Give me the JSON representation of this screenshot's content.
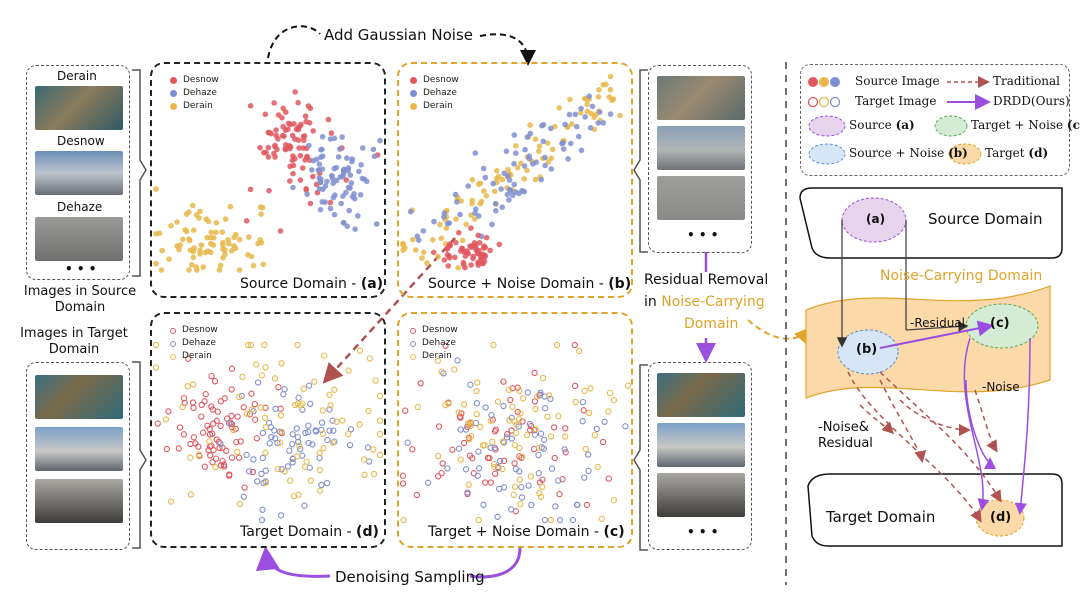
{
  "top_label": "Add Gaussian Noise",
  "bottom_label": "Denoising Sampling",
  "source_images": {
    "labels": [
      "Derain",
      "Desnow",
      "Dehaze"
    ],
    "ellipsis": "• • •",
    "caption": "Images in Source Domain"
  },
  "target_images": {
    "caption": "Images in Target Domain"
  },
  "right_thumbs": {
    "ellipsis": "• • •"
  },
  "residual_caption": {
    "line1": "Residual Removal",
    "line2_prefix": "in",
    "line2_highlight": "Noise-Carrying",
    "line3": "Domain"
  },
  "panels": {
    "a": {
      "title": "Source Domain - ",
      "tag": "(a)"
    },
    "b": {
      "title": "Source + Noise Domain - ",
      "tag": "(b)"
    },
    "c": {
      "title": "Target + Noise Domain - ",
      "tag": "(c)"
    },
    "d": {
      "title": "Target Domain - ",
      "tag": "(d)"
    }
  },
  "scatter_legend": [
    "Desnow",
    "Dehaze",
    "Derain"
  ],
  "colors": {
    "desnow": "#e0575f",
    "dehaze": "#7f8fd0",
    "derain": "#e8b84a",
    "orange": "#e0a42a",
    "purple": "#9b4fe0",
    "traditional": "#b0524f",
    "noise_domain_fill": "#fbd9a9"
  },
  "legend_box": {
    "source_image": "Source Image",
    "target_image": "Target Image",
    "traditional": "Traditional",
    "drdd": "DRDD(Ours)",
    "source_a": "Source",
    "source_a_tag": "(a)",
    "target_noise_c": "Target + Noise",
    "target_noise_c_tag": "(c)",
    "source_noise_b": "Source + Noise",
    "source_noise_b_tag": "(b)",
    "target_d": "Target",
    "target_d_tag": "(d)"
  },
  "domain_diagram": {
    "source_domain": "Source Domain",
    "target_domain": "Target Domain",
    "noise_carrying_domain": "Noise-Carrying Domain",
    "node_a": "(a)",
    "node_b": "(b)",
    "node_c": "(c)",
    "node_d": "(d)",
    "residual": "-Residual",
    "noise": "-Noise",
    "noise_residual_1": "-Noise&",
    "noise_residual_2": "Residual"
  },
  "chart_data": {
    "type": "scatter",
    "panels": [
      "Source Domain - (a)",
      "Source + Noise Domain - (b)",
      "Target + Noise Domain - (c)",
      "Target Domain - (d)"
    ],
    "series": [
      {
        "name": "Desnow"
      },
      {
        "name": "Dehaze"
      },
      {
        "name": "Derain"
      }
    ]
  }
}
